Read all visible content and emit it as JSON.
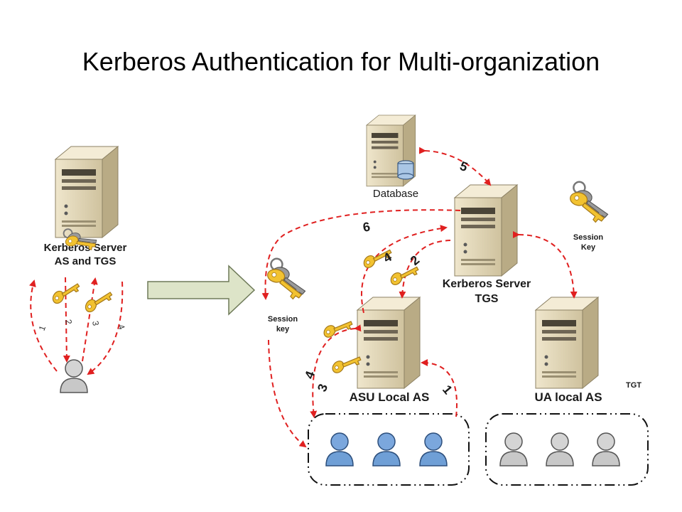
{
  "title": "Kerberos Authentication for Multi-organization",
  "labels": {
    "kerberos_left_line1": "Kerberos Server",
    "kerberos_left_line2": "AS and TGS",
    "database": "Database",
    "session_key_right_line1": "Session",
    "session_key_right_line2": "Key",
    "session_key_left_line1": "Session",
    "session_key_left_line2": "key",
    "kerberos_tgs_line1": "Kerberos Server",
    "kerberos_tgs_line2": "TGS",
    "asu_local_as": "ASU Local AS",
    "ua_local_as": "UA local AS",
    "tgt": "TGT"
  },
  "steps": {
    "left_1": "1",
    "left_2": "2",
    "left_3": "3",
    "left_4": "4",
    "db_5": "5",
    "tgs_6": "6",
    "tgs_4": "4",
    "tgs_2": "2",
    "asu_4": "4",
    "asu_3": "3",
    "asu_1": "1"
  },
  "colors": {
    "arrow": "#e02020",
    "server_body": "#d9ceb0",
    "key": "#f2c230",
    "user_blue": "#6f9fd6",
    "user_gray": "#c8c8c8",
    "big_arrow": "#dde4c8"
  }
}
